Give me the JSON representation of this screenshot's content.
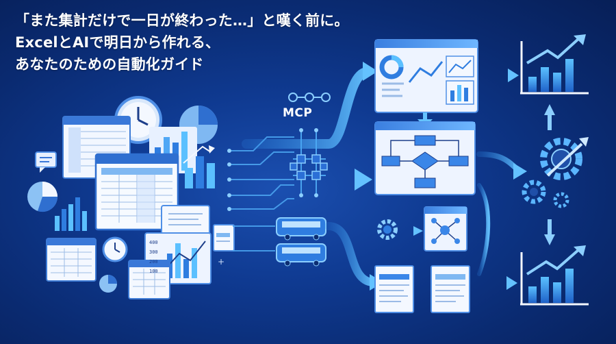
{
  "headline": {
    "line1": "「また集計だけで一日が終わった…」と嘆く前に。",
    "line2": "ExcelとAIで明日から作れる、",
    "line3": "あなたのための自動化ガイド"
  },
  "mcp_label": "MCP",
  "chart_tick_labels": [
    "400",
    "300",
    "200",
    "100"
  ],
  "colors": {
    "background": "#0b2a6e",
    "accent_light": "#4fb3ff",
    "accent_mid": "#2f7de0",
    "panel": "#eef4ff",
    "flow_arrow": "#48a9f2"
  }
}
